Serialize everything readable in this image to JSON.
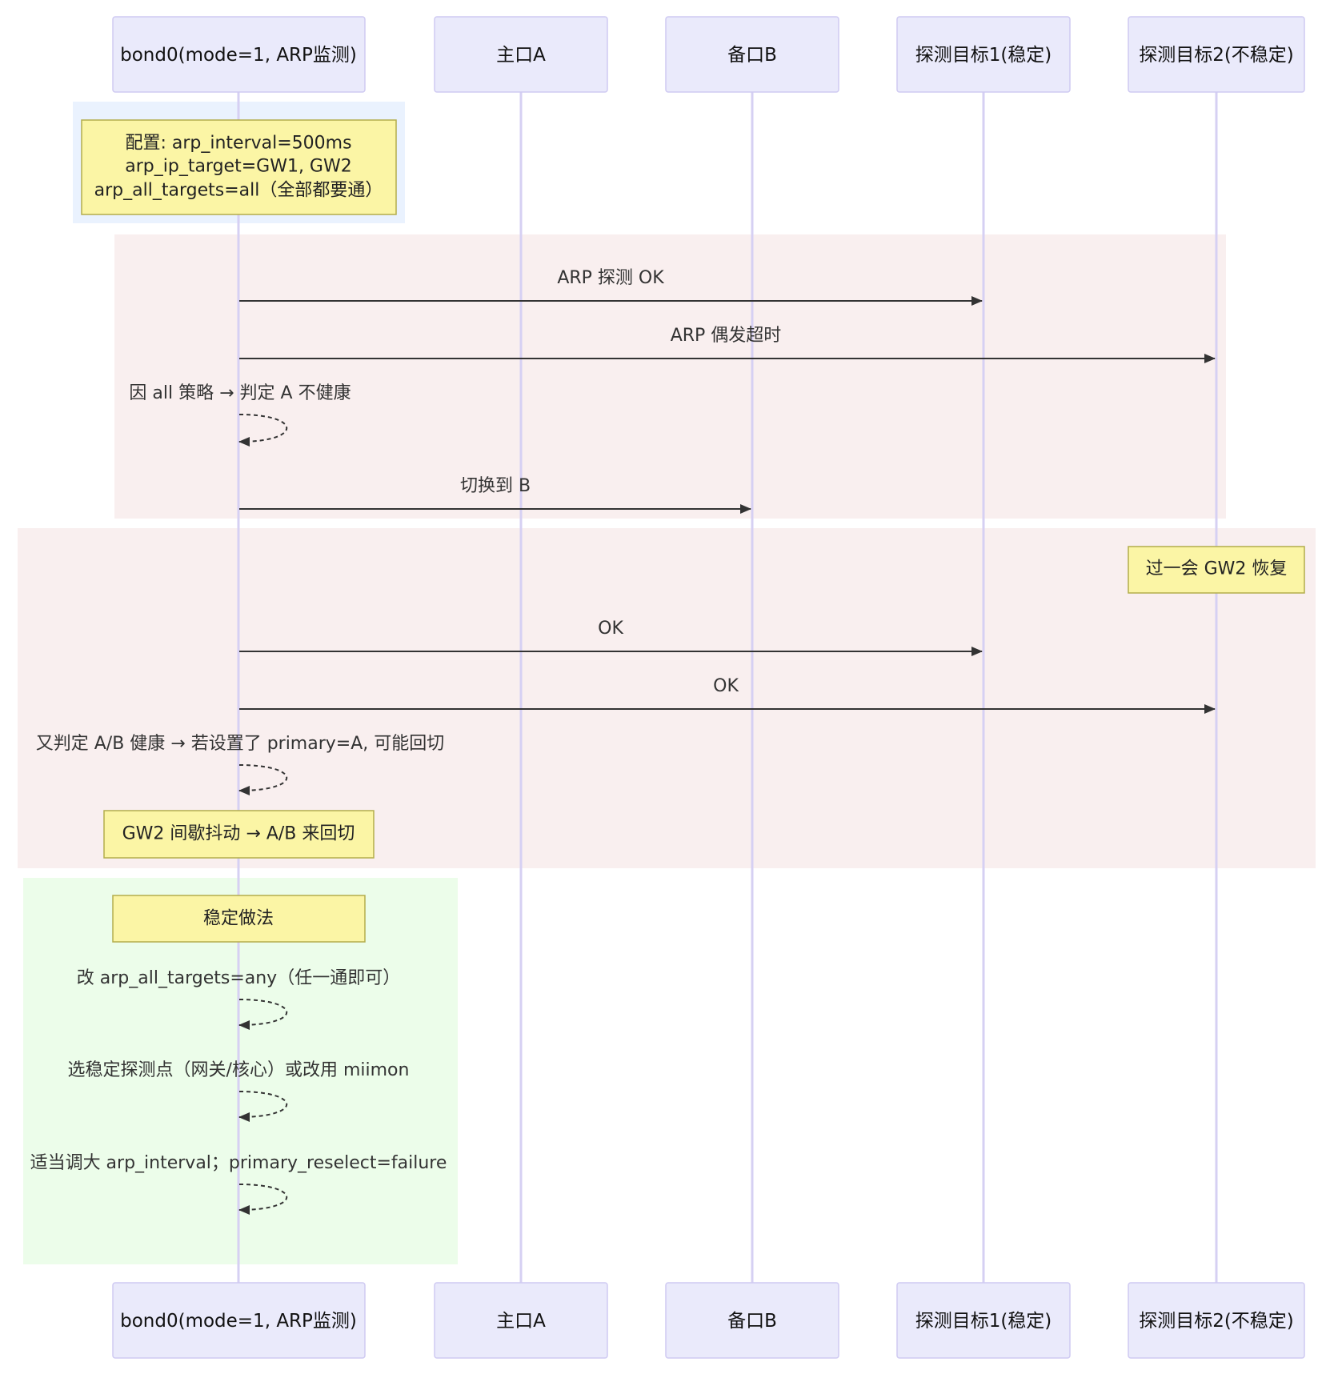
{
  "actors": [
    {
      "id": "bond",
      "label": "bond0(mode=1, ARP监测)"
    },
    {
      "id": "a",
      "label": "主口A"
    },
    {
      "id": "b",
      "label": "备口B"
    },
    {
      "id": "t1",
      "label": "探测目标1(稳定)"
    },
    {
      "id": "t2",
      "label": "探测目标2(不稳定)"
    }
  ],
  "notes": {
    "config": [
      "配置: arp_interval=500ms",
      "arp_ip_target=GW1, GW2",
      "arp_all_targets=all（全部都要通）"
    ],
    "gw2_recover": "过一会 GW2 恢复",
    "flap": "GW2 间歇抖动 → A/B 来回切",
    "stable_title": "稳定做法"
  },
  "messages": [
    {
      "id": "m1",
      "from": "bond",
      "to": "t1",
      "label": "ARP 探测 OK"
    },
    {
      "id": "m2",
      "from": "bond",
      "to": "t2",
      "label": "ARP 偶发超时"
    },
    {
      "id": "m3",
      "from": "bond",
      "to": "bond",
      "label": "因 all 策略 → 判定 A 不健康"
    },
    {
      "id": "m4",
      "from": "bond",
      "to": "b",
      "label": "切换到 B"
    },
    {
      "id": "m5",
      "from": "bond",
      "to": "t1",
      "label": "OK"
    },
    {
      "id": "m6",
      "from": "bond",
      "to": "t2",
      "label": "OK"
    },
    {
      "id": "m7",
      "from": "bond",
      "to": "bond",
      "label": "又判定 A/B 健康 → 若设置了 primary=A, 可能回切"
    },
    {
      "id": "m8",
      "from": "bond",
      "to": "bond",
      "label": "改 arp_all_targets=any（任一通即可）"
    },
    {
      "id": "m9",
      "from": "bond",
      "to": "bond",
      "label": "选稳定探测点（网关/核心）或改用 miimon"
    },
    {
      "id": "m10",
      "from": "bond",
      "to": "bond",
      "label": "适当调大 arp_interval；primary_reselect=failure"
    }
  ],
  "colors": {
    "config_region": "#eaf2fe",
    "failure_region": "#f9efef",
    "stable_region": "#ecfdea"
  }
}
